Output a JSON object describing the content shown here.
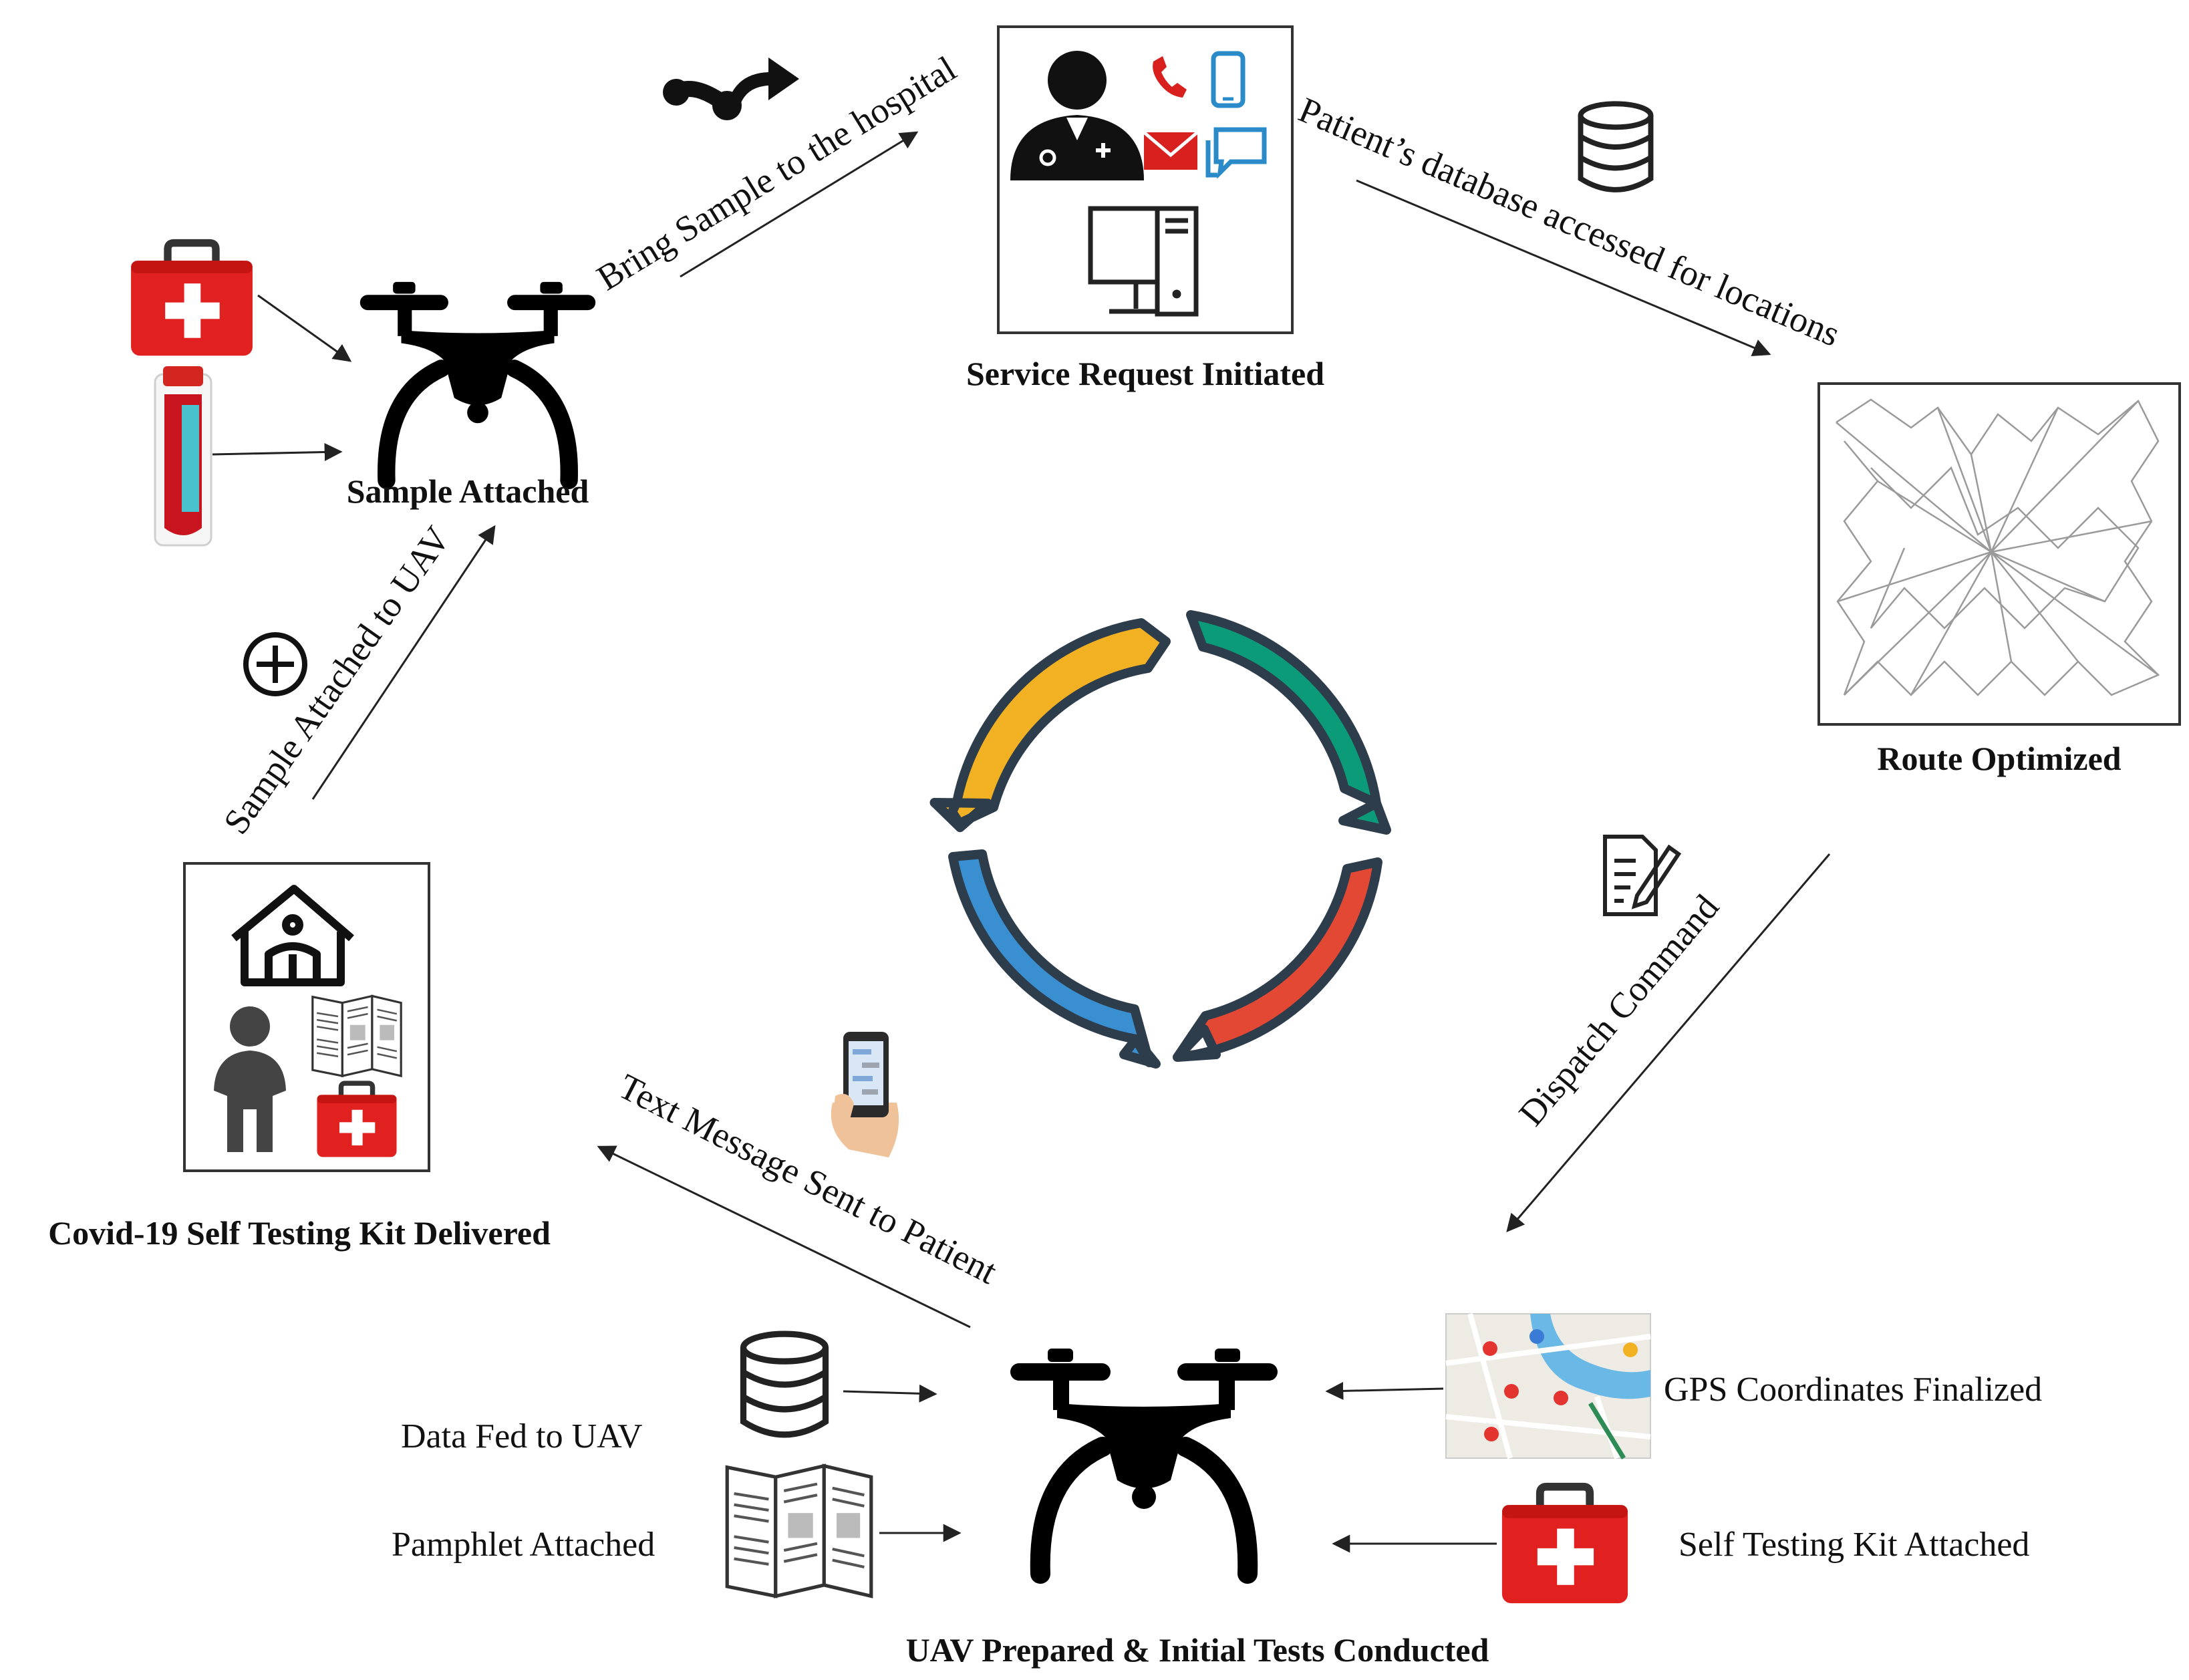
{
  "stages": {
    "service_request": "Service Request Initiated",
    "route_optimized": "Route Optimized",
    "uav_prepared": "UAV Prepared & Initial Tests Conducted",
    "kit_delivered": "Covid-19 Self Testing Kit Delivered",
    "sample_attached": "Sample Attached"
  },
  "transitions": {
    "bring_sample": "Bring Sample to the hospital",
    "database_access": "Patient’s database accessed for locations",
    "dispatch": "Dispatch Command",
    "text_message": "Text Message Sent to Patient",
    "sample_to_uav": "Sample Attached to UAV"
  },
  "uav_inputs": {
    "data_fed": "Data Fed to UAV",
    "pamphlet": "Pamphlet Attached",
    "gps": "GPS Coordinates Finalized",
    "self_testing_kit": "Self Testing Kit Attached"
  },
  "cycle_colors": {
    "top_left": "#F2B122",
    "top_right": "#0C9B79",
    "bottom_right": "#E34835",
    "bottom_left": "#3A8FD1",
    "outline": "#2E3D4C"
  },
  "icons": [
    "drone-icon",
    "first-aid-kit-icon",
    "blood-tube-icon",
    "doctor-icon",
    "phone-icon",
    "mobile-icon",
    "mail-icon",
    "chat-icon",
    "computer-icon",
    "database-icon",
    "route-graph-icon",
    "document-edit-icon",
    "map-icon",
    "house-icon",
    "person-icon",
    "pamphlet-icon",
    "plus-circle-icon",
    "hand-phone-icon",
    "share-arrow-icon"
  ]
}
